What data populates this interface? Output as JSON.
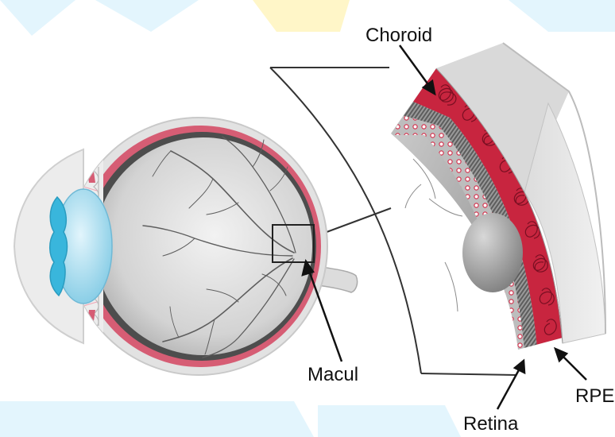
{
  "labels": {
    "choroid": "Choroid",
    "macula": "Macul",
    "rpe": "RPE",
    "retina": "Retina"
  },
  "colors": {
    "choroid": "#d2344f",
    "sclera": "#e7e7e7",
    "lens": "#a9dcef",
    "cornea": "#39b6dc",
    "background_banner": "#e3f5fd",
    "background_accent": "#fff6c8"
  }
}
